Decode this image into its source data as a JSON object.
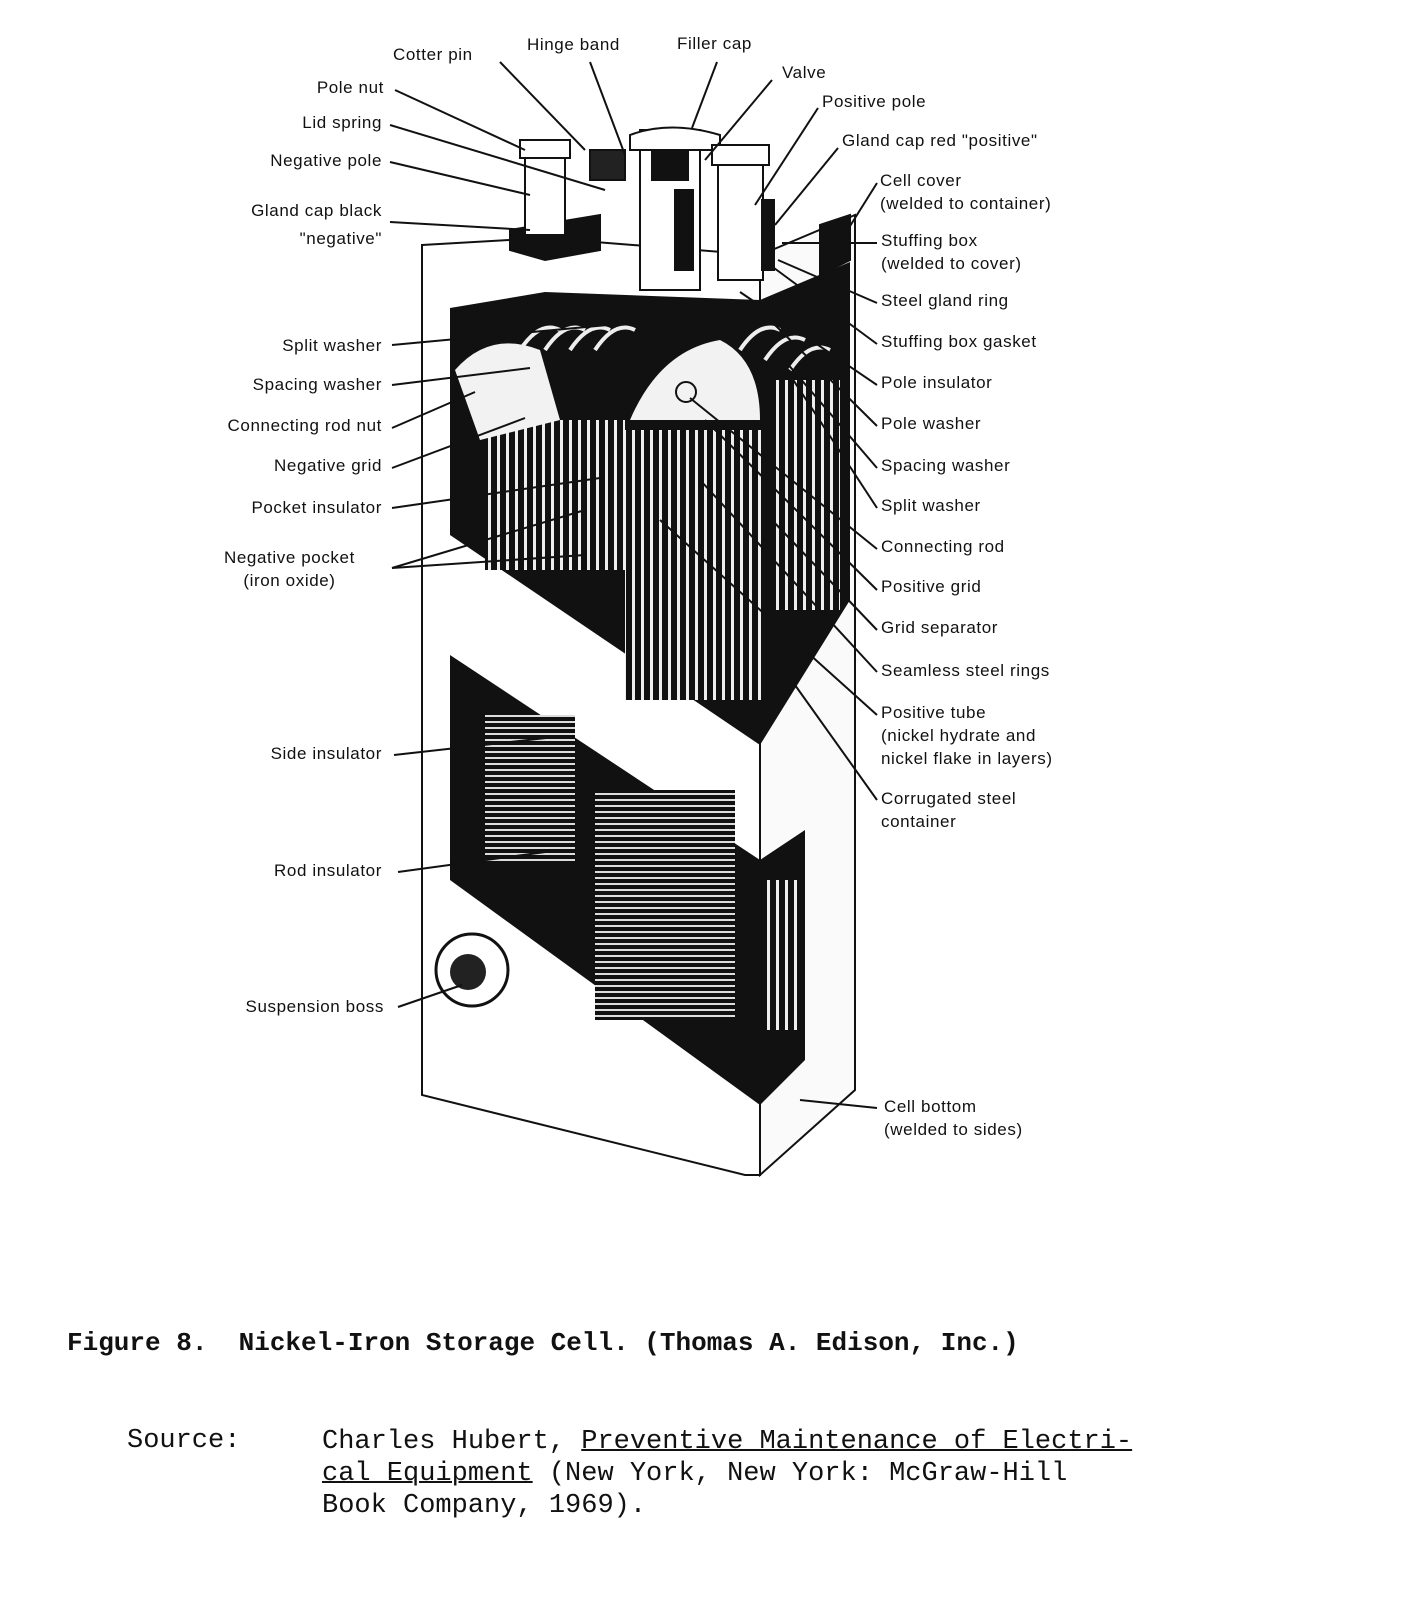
{
  "figure": {
    "top_labels": {
      "cotter_pin": "Cotter pin",
      "hinge_band": "Hinge band",
      "filler_cap": "Filler cap",
      "valve": "Valve",
      "positive_pole": "Positive pole",
      "gland_cap_red": "Gland cap red \"positive\""
    },
    "left_labels": {
      "pole_nut": "Pole nut",
      "lid_spring": "Lid spring",
      "negative_pole": "Negative pole",
      "gland_cap_black_1": "Gland cap black",
      "gland_cap_black_2": "\"negative\"",
      "split_washer": "Split washer",
      "spacing_washer": "Spacing washer",
      "connecting_rod_nut": "Connecting rod nut",
      "negative_grid": "Negative grid",
      "pocket_insulator": "Pocket insulator",
      "negative_pocket_1": "Negative pocket",
      "negative_pocket_2": "(iron oxide)",
      "side_insulator": "Side insulator",
      "rod_insulator": "Rod insulator",
      "suspension_boss": "Suspension boss"
    },
    "right_labels": {
      "cell_cover_1": "Cell cover",
      "cell_cover_2": "(welded to container)",
      "stuffing_box_1": "Stuffing box",
      "stuffing_box_2": "(welded to cover)",
      "steel_gland_ring": "Steel gland ring",
      "stuffing_box_gasket": "Stuffing box gasket",
      "pole_insulator": "Pole insulator",
      "pole_washer": "Pole washer",
      "spacing_washer": "Spacing washer",
      "split_washer": "Split washer",
      "connecting_rod": "Connecting rod",
      "positive_grid": "Positive grid",
      "grid_separator": "Grid separator",
      "seamless_steel_rings": "Seamless steel rings",
      "positive_tube_1": "Positive tube",
      "positive_tube_2": "(nickel hydrate and",
      "positive_tube_3": "nickel flake in layers)",
      "corrugated_1": "Corrugated steel",
      "corrugated_2": "container",
      "cell_bottom_1": "Cell bottom",
      "cell_bottom_2": "(welded to sides)"
    }
  },
  "caption": {
    "figure_title": "Figure 8.  Nickel-Iron Storage Cell. (Thomas A. Edison, Inc.)",
    "source_label": "Source:",
    "source_author": "Charles Hubert, ",
    "source_title_1": "Preventive Maintenance of Electri-",
    "source_title_2": "cal Equipment",
    "source_rest_1": " (New York, New York: McGraw-Hill",
    "source_rest_2": "Book Company, 1969)."
  }
}
